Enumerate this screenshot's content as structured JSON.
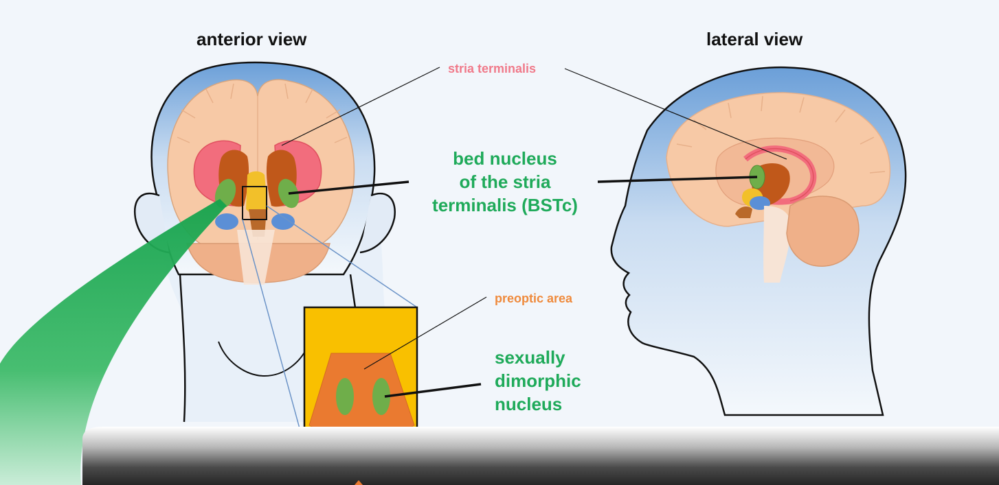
{
  "titles": {
    "anterior": "anterior view",
    "lateral": "lateral view"
  },
  "labels": {
    "stria_terminalis": "stria terminalis",
    "bstc_line1": "bed nucleus",
    "bstc_line2": "of the stria",
    "bstc_line3": "terminalis (BSTc)",
    "preoptic_area": "preoptic area",
    "sdn_line1": "sexually",
    "sdn_line2": "dimorphic",
    "sdn_line3": "nucleus"
  },
  "colors": {
    "background": "#f2f6fb",
    "skull_blue": "#6b9fd8",
    "cortex": "#f7c9a6",
    "pink_structure": "#f26d7d",
    "brown_structure": "#c0581a",
    "green_nucleus": "#6fae4a",
    "yellow_area": "#f2c02a",
    "blue_structure": "#5b8fd6",
    "preoptic_orange": "#ea7a30",
    "label_green": "#1faa5a"
  }
}
